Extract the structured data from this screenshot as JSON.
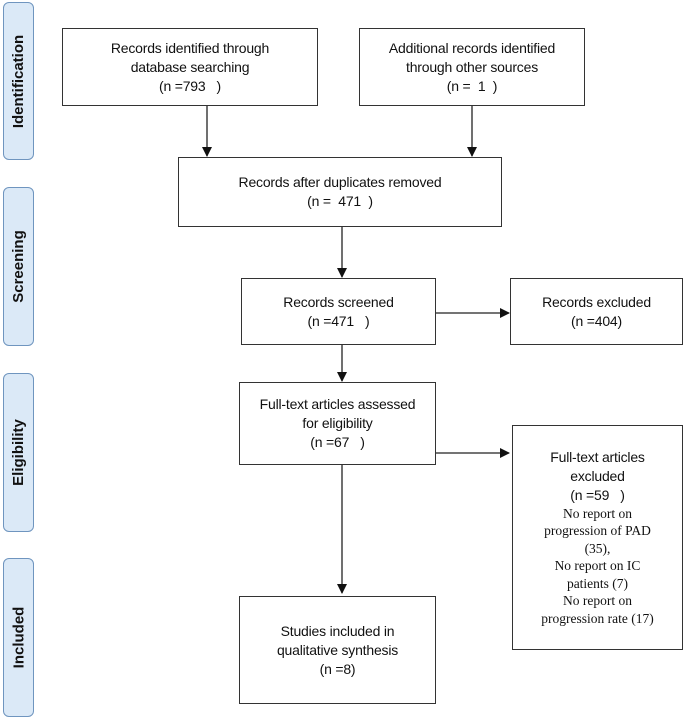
{
  "phases": {
    "identification": "Identification",
    "screening": "Screening",
    "eligibility": "Eligibility",
    "included": "Included"
  },
  "boxes": {
    "database": {
      "line1": "Records identified through",
      "line2": "database searching",
      "line3": "(n =793   )"
    },
    "other_sources": {
      "line1": "Additional records identified",
      "line2": "through other sources",
      "line3": "(n =  1  )"
    },
    "duplicates_removed": {
      "line1": "Records after duplicates removed",
      "line2": "(n =  471  )"
    },
    "screened": {
      "line1": "Records screened",
      "line2": "(n =471   )"
    },
    "excluded": {
      "line1": "Records excluded",
      "line2": "(n =404)"
    },
    "fulltext_assessed": {
      "line1": "Full-text articles assessed",
      "line2": "for eligibility",
      "line3": "(n =67   )"
    },
    "fulltext_excluded": {
      "line1": "Full-text articles",
      "line2": "excluded",
      "line3": "(n =59   )",
      "reasons": [
        "No report on",
        "progression of PAD",
        "(35),",
        "No report on IC",
        "patients (7)",
        "No report on",
        "progression rate (17)"
      ]
    },
    "included": {
      "line1": "Studies included in",
      "line2": "qualitative synthesis",
      "line3": "(n =8)"
    }
  }
}
